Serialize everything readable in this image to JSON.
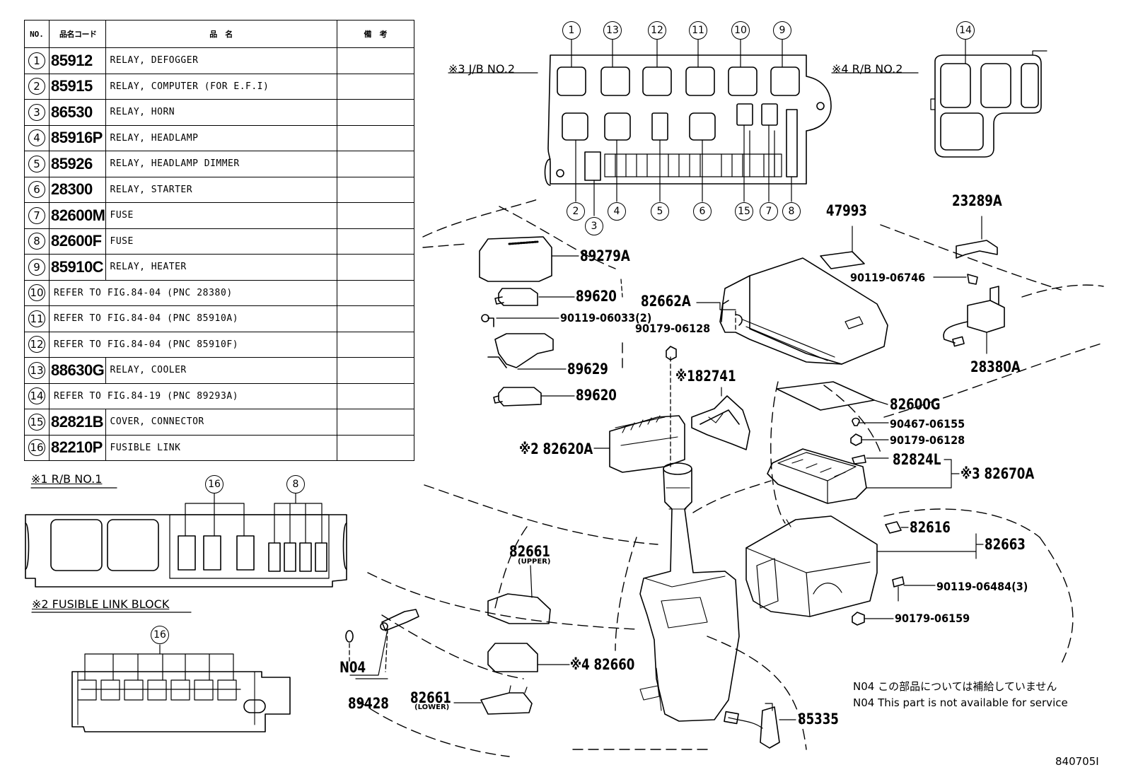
{
  "table": {
    "headers": {
      "no": "NO.",
      "code": "品名コード",
      "name": "品　名",
      "remarks": "備　考"
    },
    "rows": [
      {
        "no": "1",
        "code": "85912",
        "name": "RELAY, DEFOGGER"
      },
      {
        "no": "2",
        "code": "85915",
        "name": "RELAY, COMPUTER (FOR E.F.I)"
      },
      {
        "no": "3",
        "code": "86530",
        "name": "RELAY, HORN"
      },
      {
        "no": "4",
        "code": "85916P",
        "name": "RELAY, HEADLAMP"
      },
      {
        "no": "5",
        "code": "85926",
        "name": "RELAY, HEADLAMP DIMMER"
      },
      {
        "no": "6",
        "code": "28300",
        "name": "RELAY, STARTER"
      },
      {
        "no": "7",
        "code": "82600M",
        "name": "FUSE"
      },
      {
        "no": "8",
        "code": "82600F",
        "name": "FUSE"
      },
      {
        "no": "9",
        "code": "85910C",
        "name": "RELAY, HEATER"
      },
      {
        "no": "10",
        "code": "",
        "name": "REFER TO FIG.84-04 (PNC 28380)"
      },
      {
        "no": "11",
        "code": "",
        "name": "REFER TO FIG.84-04 (PNC 85910A)"
      },
      {
        "no": "12",
        "code": "",
        "name": "REFER TO FIG.84-04 (PNC 85910F)"
      },
      {
        "no": "13",
        "code": "88630G",
        "name": "RELAY, COOLER"
      },
      {
        "no": "14",
        "code": "",
        "name": "REFER TO FIG.84-19 (PNC 89293A)"
      },
      {
        "no": "15",
        "code": "82821B",
        "name": "COVER, CONNECTOR"
      },
      {
        "no": "16",
        "code": "82210P",
        "name": "FUSIBLE LINK"
      }
    ]
  },
  "callouts": {
    "jb2": {
      "title": "※3 J/B NO.2",
      "top": [
        "1",
        "13",
        "12",
        "11",
        "10",
        "9"
      ],
      "bottom": [
        "2",
        "3",
        "4",
        "5",
        "6",
        "15",
        "7",
        "8"
      ]
    },
    "rb2": {
      "title": "※4 R/B NO.2",
      "top": [
        "14"
      ]
    },
    "rb1": {
      "title": "※1 R/B NO.1",
      "top": [
        "16",
        "8"
      ]
    },
    "flb": {
      "title": "※2 FUSIBLE LINK BLOCK",
      "top": [
        "16"
      ]
    }
  },
  "parts": {
    "p47993": "47993",
    "p23289A": "23289A",
    "p89279A": "89279A",
    "p89620a": "89620",
    "p90119_06033": "90119-06033(2)",
    "p89629": "89629",
    "p89620b": "89620",
    "p82662A": "82662A",
    "p90179_06128a": "90179-06128",
    "p90119_06746": "90119-06746",
    "p28380A": "28380A",
    "p82741": "※182741",
    "p82600G": "82600G",
    "p90467_06155": "90467-06155",
    "p90179_06128b": "90179-06128",
    "p82620A": "※2 82620A",
    "p82824L": "82824L",
    "p82670A": "※3 82670A",
    "p82616": "82616",
    "p82663": "82663",
    "p82661u": "82661",
    "p82661u_sub": "(UPPER)",
    "p90119_06484": "90119-06484(3)",
    "p90179_06159": "90179-06159",
    "p82660": "※4 82660",
    "pN04": "N04",
    "p89428": "89428",
    "p82661l": "82661",
    "p82661l_sub": "(LOWER)",
    "p85335": "85335"
  },
  "notes": {
    "jp": "N04 この部品については補給していません",
    "en": "N04 This part is not available for service"
  },
  "figure_id": "840705I"
}
